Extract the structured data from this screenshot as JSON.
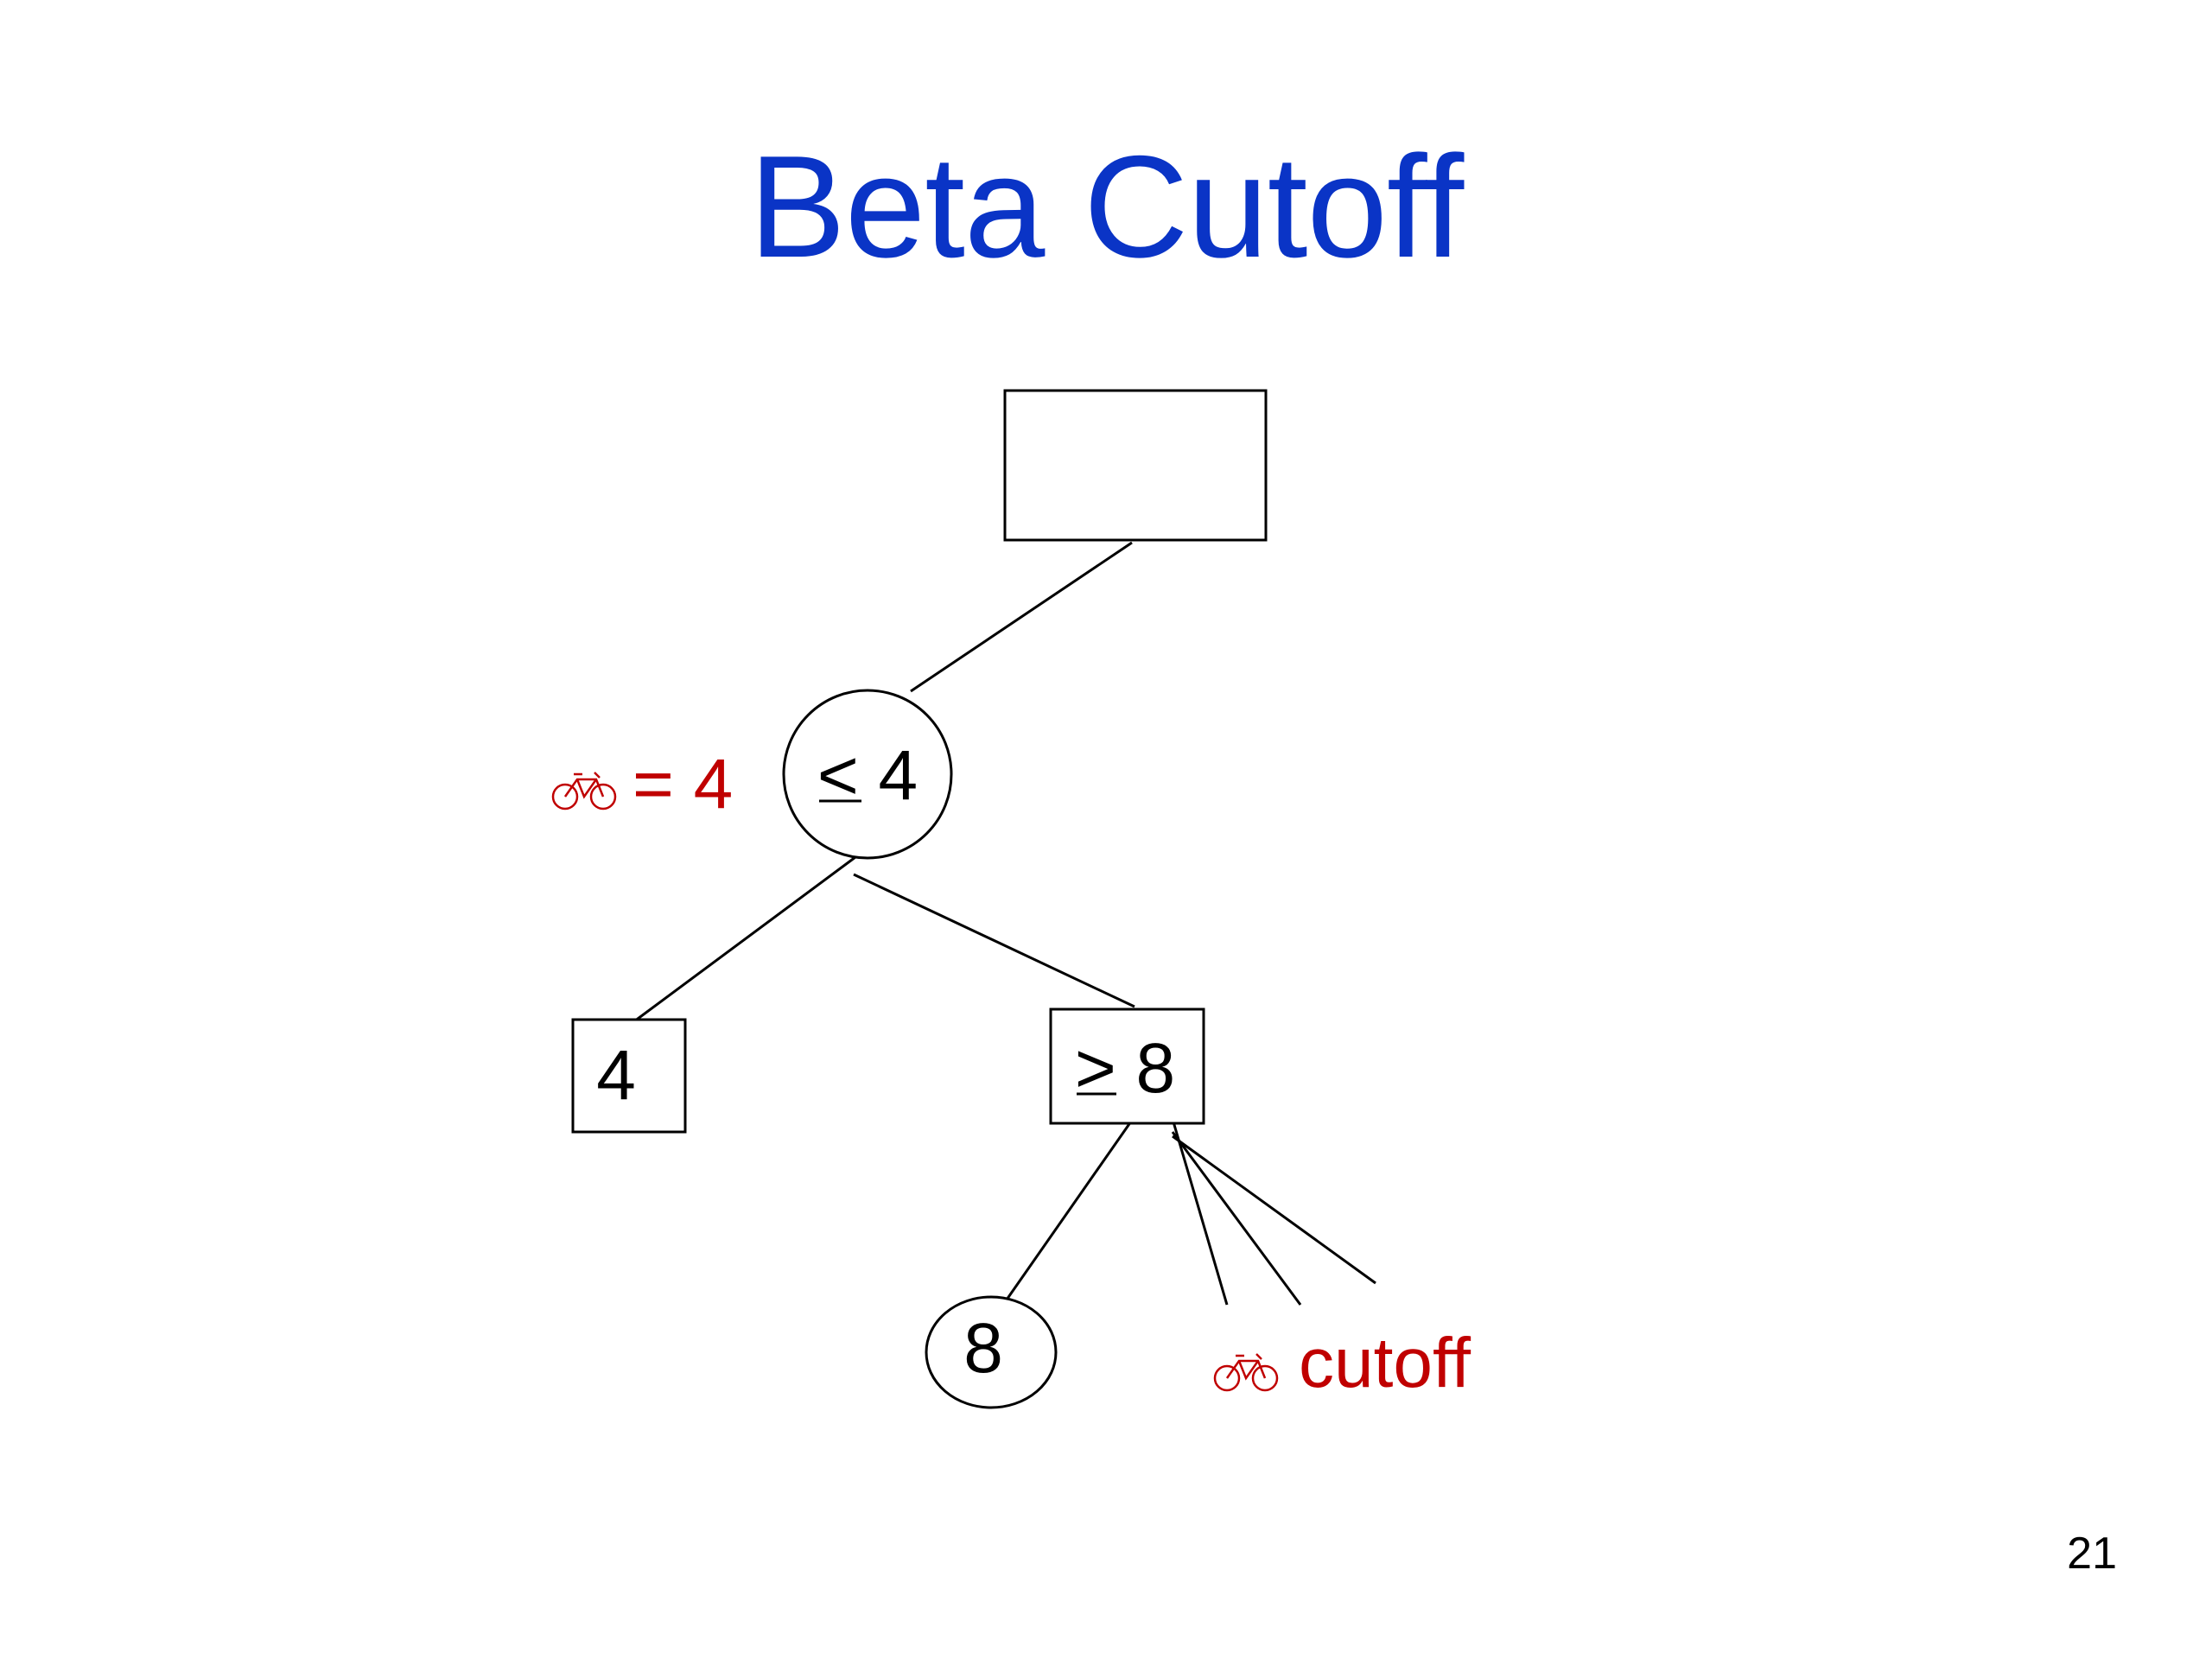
{
  "slide": {
    "title": "Beta Cutoff",
    "page_number": "21"
  },
  "diagram": {
    "root": {
      "label": ""
    },
    "min_node": {
      "label": "< 4"
    },
    "leaf_left": {
      "label": "4"
    },
    "max_node": {
      "label": "> 8"
    },
    "leaf_bottom": {
      "label": "8"
    },
    "beta_annotation": {
      "icon": "bicycle-icon",
      "label": "= 4"
    },
    "cutoff_annotation": {
      "icon": "bicycle-icon",
      "label": "cutoff"
    },
    "colors": {
      "title": "#0a34c6",
      "annotation": "#c00000",
      "lines": "#000000"
    }
  }
}
